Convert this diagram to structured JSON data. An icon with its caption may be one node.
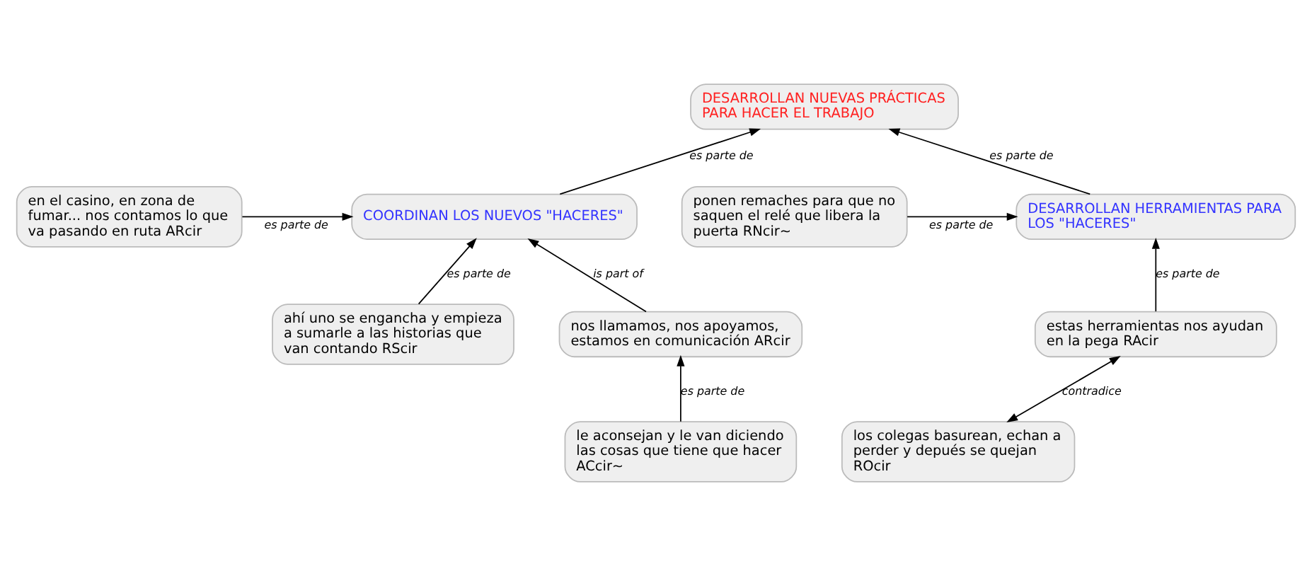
{
  "diagram": {
    "nodes": [
      {
        "text": [
          "DESARROLLAN NUEVAS PRÁCTICAS PARA HACER EL TRABAJO"
        ]
      },
      {
        "text": [
          "COORDINAN LOS NUEVOS \"HACERES\""
        ]
      },
      {
        "text": [
          "DESARROLLAN HERRAMIENTAS PARA LOS \"HACERES\""
        ]
      },
      {
        "text": [
          "en el casino, en zona de fumar... nos contamos lo que va pasando en ruta ARcir"
        ]
      },
      {
        "text": [
          "ponen remaches para que no saquen el relé que libera la puerta RNcir~"
        ]
      },
      {
        "text": [
          "ahí uno se engancha y empieza a sumarle a las historias que van contando RScir"
        ]
      },
      {
        "text": [
          "nos llamamos, nos apoyamos, estamos en comunicación ARcir"
        ]
      },
      {
        "text": [
          "estas herramientas nos ayudan en la pega RAcir"
        ]
      },
      {
        "text": [
          "le aconsejan y le van diciendo las cosas que tiene que hacer ACcir~"
        ]
      },
      {
        "text": [
          "los colegas basurean, echan a perder y depués se quejan ROcir"
        ]
      }
    ],
    "edges": [
      {
        "from": 1,
        "to": 0,
        "arrow": "to",
        "label": "es parte de"
      },
      {
        "from": 2,
        "to": 0,
        "arrow": "to",
        "label": "es parte de"
      },
      {
        "from": 3,
        "to": 1,
        "arrow": "to",
        "label": "es parte de"
      },
      {
        "from": 4,
        "to": 2,
        "arrow": "to",
        "label": "es parte de"
      },
      {
        "from": 5,
        "to": 1,
        "arrow": "to",
        "label": "es parte de"
      },
      {
        "from": 6,
        "to": 1,
        "arrow": "to",
        "label": "is part of"
      },
      {
        "from": 7,
        "to": 2,
        "arrow": "to",
        "label": "es parte de"
      },
      {
        "from": 8,
        "to": 6,
        "arrow": "to",
        "label": "es parte de"
      },
      {
        "from": 7,
        "to": 9,
        "arrow": "both",
        "label": "contradice"
      }
    ]
  }
}
